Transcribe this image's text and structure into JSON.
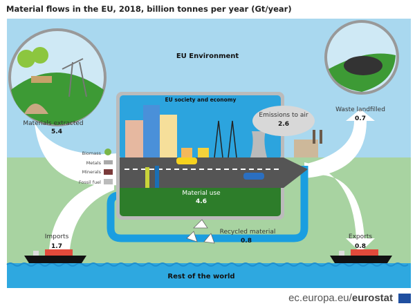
{
  "title": "Material flows in the EU, 2018, billion tonnes per year (Gt/year)",
  "regions": {
    "environment": "EU Environment",
    "society": "EU society and economy",
    "world": "Rest of the world"
  },
  "flows": {
    "extracted": {
      "label": "Materials extracted",
      "value": "5.4"
    },
    "imports": {
      "label": "Imports",
      "value": "1.7"
    },
    "material_use": {
      "label": "Material use",
      "value": "4.6"
    },
    "emissions": {
      "label": "Emissions to air",
      "value": "2.6"
    },
    "landfilled": {
      "label": "Waste landfilled",
      "value": "0.7"
    },
    "recycled": {
      "label": "Recycled material",
      "value": "0.8"
    },
    "exports": {
      "label": "Exports",
      "value": "0.8"
    }
  },
  "material_types": [
    "Biomass",
    "Metals",
    "Minerals",
    "Fossil fuel"
  ],
  "footer": {
    "site": "ec.europa.eu/",
    "brand": "eurostat"
  },
  "colors": {
    "sky": "#a9d8ef",
    "land": "#a8d3a1",
    "sea": "#2ea8e0",
    "recycle": "#1a9ee0",
    "society": "#2ca4de",
    "green": "#2d7d2a"
  }
}
